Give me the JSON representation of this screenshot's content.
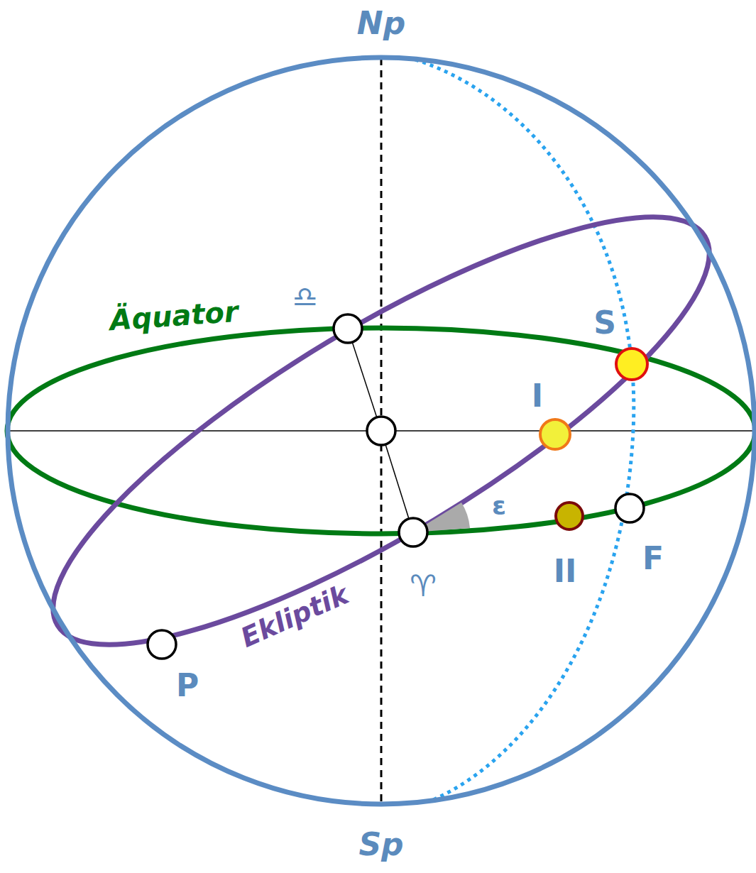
{
  "diagram": {
    "labels": [
      "Np",
      "Sp",
      "Äquator",
      "Ekliptik",
      "♎",
      "♈",
      "ε",
      "S",
      "I",
      "II",
      "F",
      "P"
    ]
  }
}
